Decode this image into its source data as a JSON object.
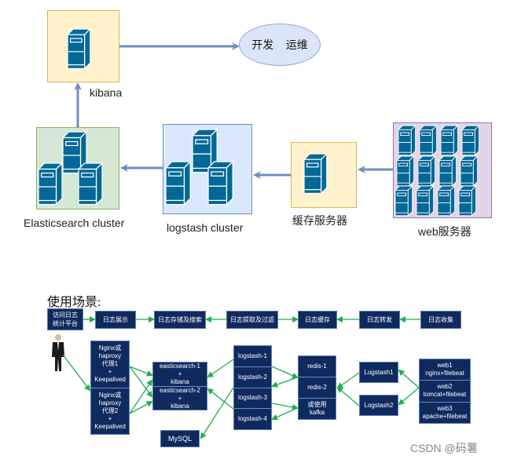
{
  "top_diagram": {
    "kibana": {
      "label": "kibana"
    },
    "audience": {
      "label": "开发    运维"
    },
    "elasticsearch": {
      "label": "Elasticsearch cluster"
    },
    "logstash": {
      "label": "logstash cluster"
    },
    "cache": {
      "label": "缓存服务器"
    },
    "web": {
      "label": "web服务器"
    },
    "colors": {
      "kibana_fill": "#fff2cc",
      "es_fill": "#d5e8d4",
      "logstash_fill": "#dae8fc",
      "web_fill": "#e1d5e7",
      "server": "#036897",
      "arrow": "#6c8ebf"
    }
  },
  "scenario": {
    "title": "使用场景:",
    "pipeline": [
      "访问日志\n统计平台",
      "日志展示",
      "日志存储及搜索",
      "日志提取及过滤",
      "日志缓存",
      "日志转发",
      "日志收集"
    ],
    "proxies": [
      [
        "Nginx或",
        "haproxy",
        "代理1",
        "+",
        "Keepalived"
      ],
      [
        "Nginx或",
        "haproxy",
        "代理2",
        "+",
        "Keepalived"
      ]
    ],
    "es_nodes": [
      [
        "easticsearch-1",
        "+",
        "kibana"
      ],
      [
        "easticsearch-2",
        "+",
        "kibana"
      ]
    ],
    "mysql": "MySQL",
    "logstash_nodes": [
      "logstash-1",
      "logstash-2",
      "logstash-3",
      "logstash-4"
    ],
    "redis_nodes": [
      "redis-1",
      "redis-2",
      "或使用\nkafka"
    ],
    "shippers": [
      "Logstash1",
      "Logstash2"
    ],
    "web_nodes": [
      [
        "web1",
        "nginx+filebeat"
      ],
      [
        "web2",
        "tomcat+filebeat"
      ],
      [
        "web3",
        "apache+filebeat"
      ]
    ],
    "colors": {
      "box": "#0f2a5e",
      "arrow": "#1fae4b"
    }
  },
  "watermark": "CSDN @码薯"
}
